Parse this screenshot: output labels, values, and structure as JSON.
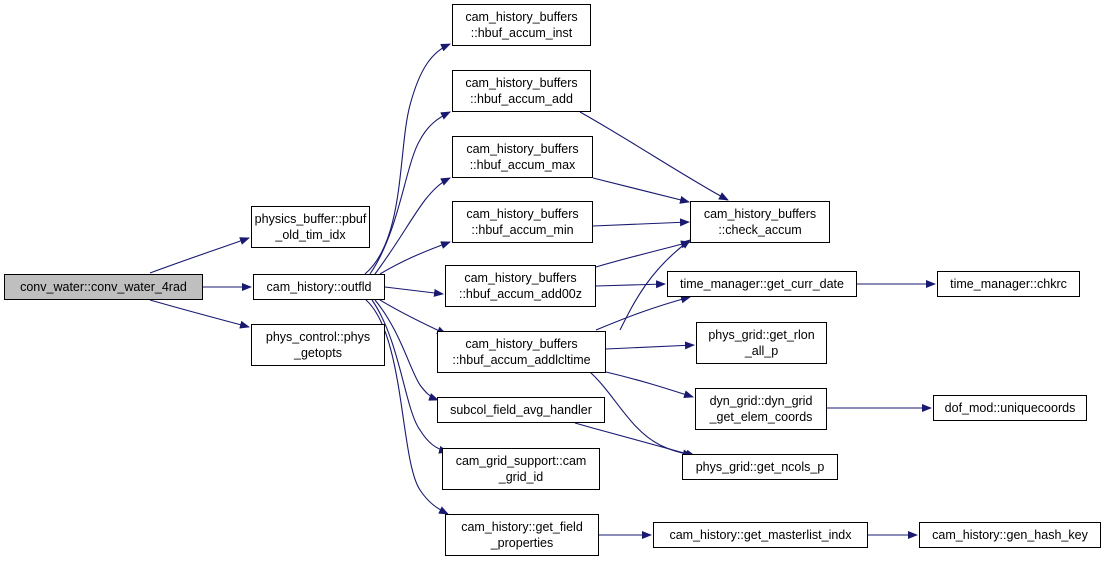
{
  "graph": {
    "edge_color": "#191970",
    "nodes": {
      "conv_water_4rad": [
        "conv_water::conv_water_4rad"
      ],
      "pbuf_old_tim_idx": [
        "physics_buffer::pbuf",
        "_old_tim_idx"
      ],
      "outfld": [
        "cam_history::outfld"
      ],
      "phys_getopts": [
        "phys_control::phys",
        "_getopts"
      ],
      "hbuf_accum_inst": [
        "cam_history_buffers",
        "::hbuf_accum_inst"
      ],
      "hbuf_accum_add": [
        "cam_history_buffers",
        "::hbuf_accum_add"
      ],
      "hbuf_accum_max": [
        "cam_history_buffers",
        "::hbuf_accum_max"
      ],
      "hbuf_accum_min": [
        "cam_history_buffers",
        "::hbuf_accum_min"
      ],
      "hbuf_accum_add00z": [
        "cam_history_buffers",
        "::hbuf_accum_add00z"
      ],
      "hbuf_accum_addlcltime": [
        "cam_history_buffers",
        "::hbuf_accum_addlcltime"
      ],
      "subcol_field_avg_handler": [
        "subcol_field_avg_handler"
      ],
      "cam_grid_id": [
        "cam_grid_support::cam",
        "_grid_id"
      ],
      "get_field_properties": [
        "cam_history::get_field",
        "_properties"
      ],
      "check_accum": [
        "cam_history_buffers",
        "::check_accum"
      ],
      "get_curr_date": [
        "time_manager::get_curr_date"
      ],
      "get_rlon_all_p": [
        "phys_grid::get_rlon",
        "_all_p"
      ],
      "dyn_grid_get_elem_coords": [
        "dyn_grid::dyn_grid",
        "_get_elem_coords"
      ],
      "get_ncols_p": [
        "phys_grid::get_ncols_p"
      ],
      "get_masterlist_indx": [
        "cam_history::get_masterlist_indx"
      ],
      "chkrc": [
        "time_manager::chkrc"
      ],
      "uniquecoords": [
        "dof_mod::uniquecoords"
      ],
      "gen_hash_key": [
        "cam_history::gen_hash_key"
      ]
    }
  }
}
